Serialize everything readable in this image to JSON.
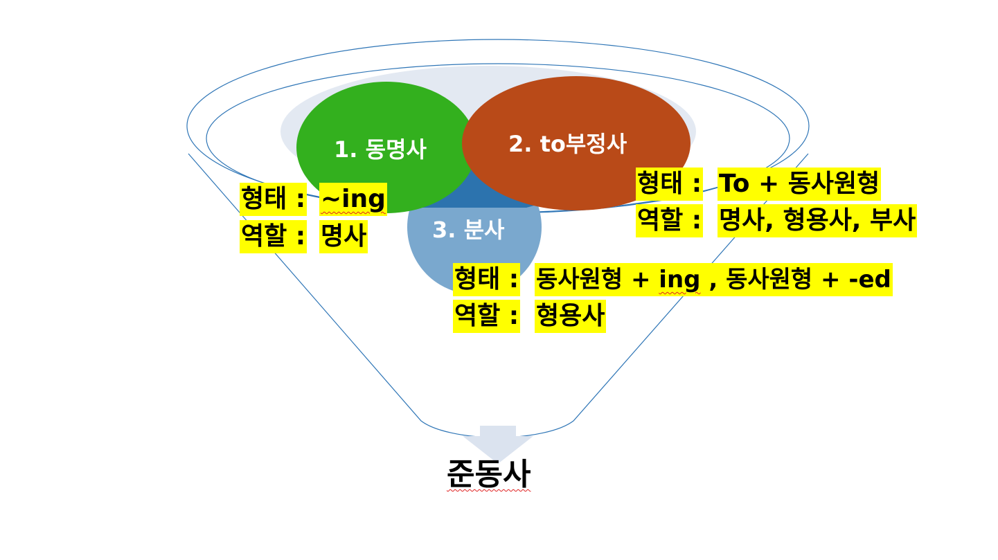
{
  "circles": {
    "gerund": "1. 동명사",
    "infinitive": "2. to부정사",
    "participle": "3. 분사"
  },
  "gerund_info": {
    "form_label": "형태 :",
    "form_value": "~ing",
    "role_label": "역할 :",
    "role_value": "명사"
  },
  "infinitive_info": {
    "form_label": "형태 :",
    "form_value": "To + 동사원형",
    "role_label": "역할 :",
    "role_value": "명사, 형용사, 부사"
  },
  "participle_info": {
    "form_label": "형태 :",
    "form_value_a": "동사원형 + ",
    "form_value_b": "ing",
    "form_value_c": " , 동사원형 + -ed",
    "role_label": "역할 :",
    "role_value": "형용사"
  },
  "result": "준동사",
  "colors": {
    "gerund": "#33b01e",
    "infinitive": "#b94a18",
    "participle": "#7aa8ce",
    "funnel": "#2e75b6",
    "highlight": "#ffff00",
    "arrow": "#dbe3ef"
  }
}
